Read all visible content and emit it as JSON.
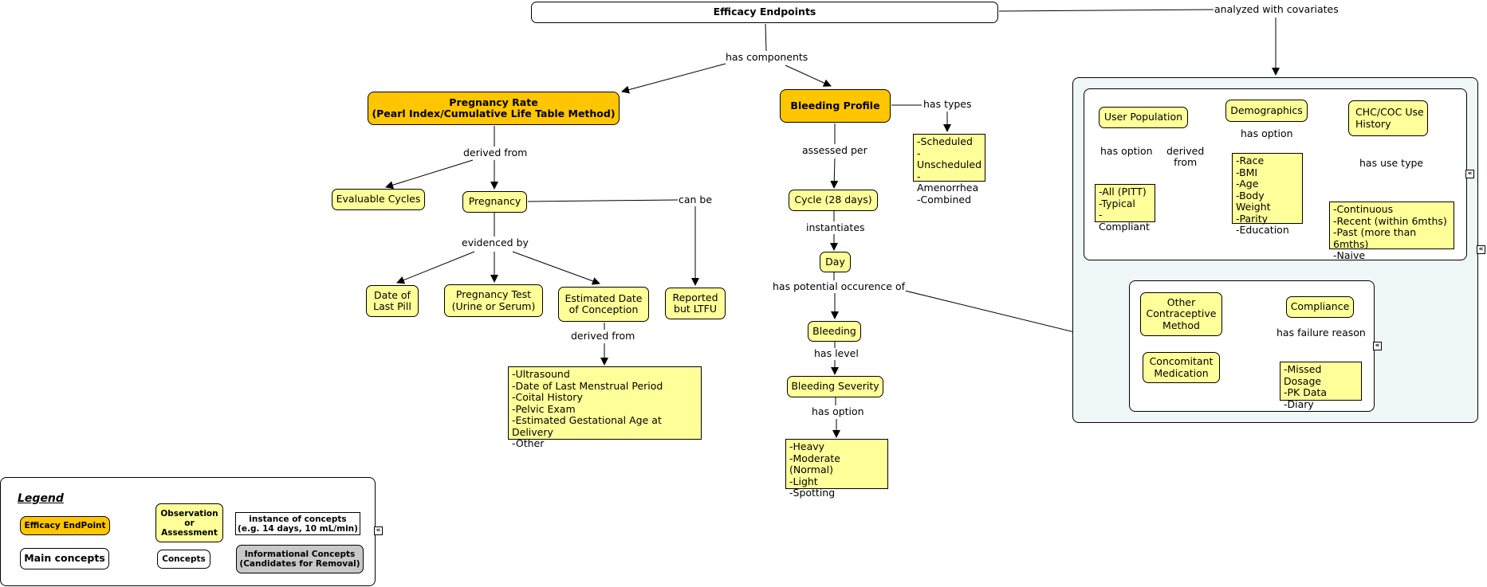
{
  "root": {
    "title": "Efficacy Endpoints",
    "analyzed_label": "analyzed with covariates",
    "components_label": "has components"
  },
  "pregnancy_rate": {
    "title": "Pregnancy Rate\n(Pearl Index/Cumulative Life Table Method)",
    "derived_label": "derived from",
    "evaluable_cycles": "Evaluable Cycles",
    "pregnancy": "Pregnancy",
    "can_be_label": "can be",
    "reported": "Reported\nbut LTFU",
    "evidenced_label": "evidenced by",
    "last_pill": "Date of\nLast Pill",
    "test": "Pregnancy Test\n(Urine or Serum)",
    "conception": "Estimated Date\nof Conception",
    "conception_derived_label": "derived from",
    "conception_sources": "-Ultrasound\n-Date of Last Menstrual Period\n-Coital History\n-Pelvic Exam\n-Estimated Gestational Age at Delivery\n-Other"
  },
  "bleeding": {
    "profile": "Bleeding Profile",
    "types_label": "has types",
    "types": "-Scheduled\n-Unscheduled\n-Amenorrhea\n-Combined",
    "assessed_label": "assessed per",
    "cycle": "Cycle (28 days)",
    "instantiates_label": "instantiates",
    "day": "Day",
    "occurrence_label": "has potential occurence of",
    "bleeding": "Bleeding",
    "level_label": "has level",
    "severity": "Bleeding Severity",
    "option_label": "has option",
    "severity_options": "-Heavy\n-Moderate (Normal)\n-Light\n-Spotting"
  },
  "covariates": {
    "user_population": "User Population",
    "has_option_label": "has option",
    "derived_from_label": "derived\nfrom",
    "population_options": "-All (PITT)\n-Typical\n-Compliant",
    "demographics": "Demographics",
    "demo_option_label": "has option",
    "demo_options": "-Race\n-BMI\n-Age\n-Body Weight\n-Parity\n-Education",
    "chc_use": "CHC/COC Use\nHistory",
    "use_type_label": "has use type",
    "use_types": "-Continuous\n-Recent (within  6mths)\n-Past (more than 6mths)\n-Naive",
    "other_method": "Other\nContraceptive\nMethod",
    "concomitant": "Concomitant\nMedication",
    "compliance": "Compliance",
    "failure_label": "has failure reason",
    "failure_reasons": "-Missed Dosage\n-PK Data\n-Diary"
  },
  "legend": {
    "title": "Legend",
    "endpoint": "Efficacy EndPoint",
    "observation": "Observation\nor\nAssessment",
    "instance": "instance of concepts\n(e.g. 14 days, 10 mL/min)",
    "main_concepts": "Main concepts",
    "concepts": "Concepts",
    "informational": "Informational Concepts\n(Candidates for Removal)"
  },
  "collapse_glyph": "«",
  "colors": {
    "endpoint": "#ffc600",
    "observation": "#ffff99",
    "container_tint": "#eff8f6",
    "informational": "#c8c8c8"
  }
}
